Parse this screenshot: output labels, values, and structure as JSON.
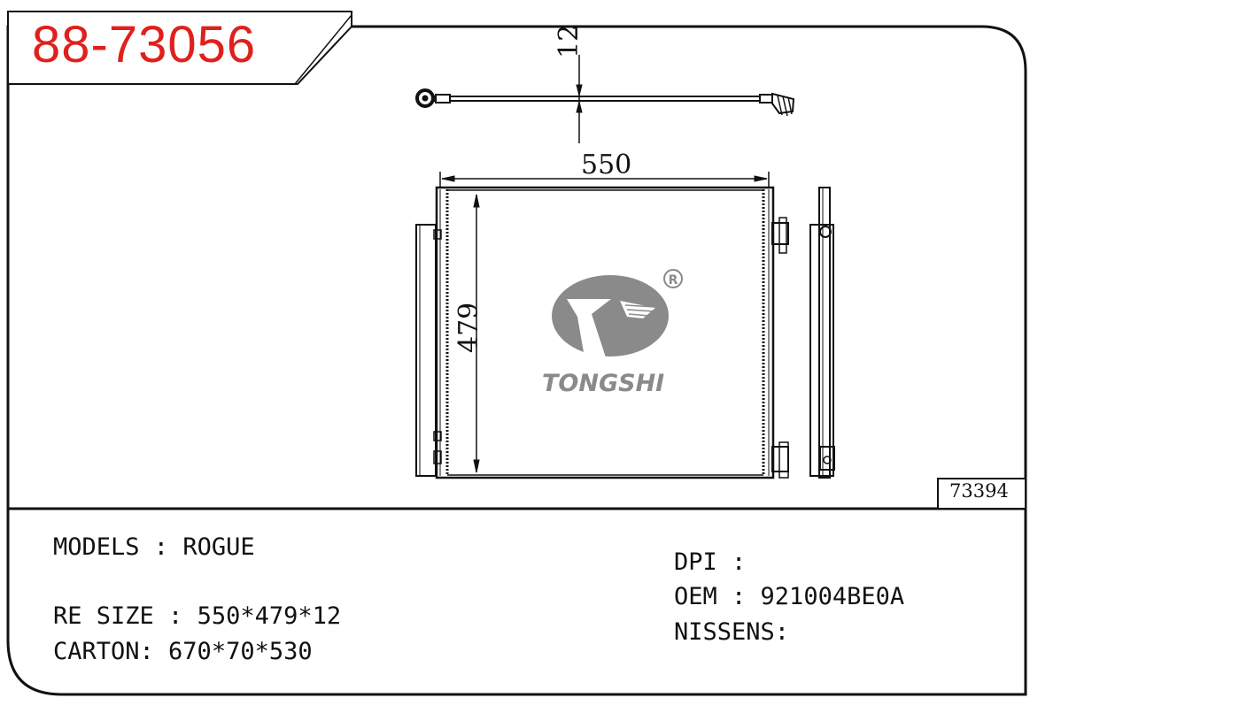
{
  "header": {
    "part_number": "88-73056",
    "part_number_color": "#e0201c"
  },
  "drawing": {
    "dim_width": "550",
    "dim_height": "479",
    "dim_thickness": "12",
    "brand_name": "TONGSHI",
    "registered_mark": "R",
    "brand_color": "#8a8a8a",
    "reference_code": "73394"
  },
  "specs": {
    "models": {
      "label": "MODELS : ",
      "value": "ROGUE"
    },
    "re_size": {
      "label": "RE SIZE : ",
      "value": "550*479*12"
    },
    "carton": {
      "label": "CARTON: ",
      "value": "670*70*530"
    },
    "dpi": {
      "label": "DPI : ",
      "value": ""
    },
    "oem": {
      "label": "OEM : ",
      "value": "921004BE0A"
    },
    "nissens": {
      "label": "NISSENS: ",
      "value": ""
    }
  }
}
